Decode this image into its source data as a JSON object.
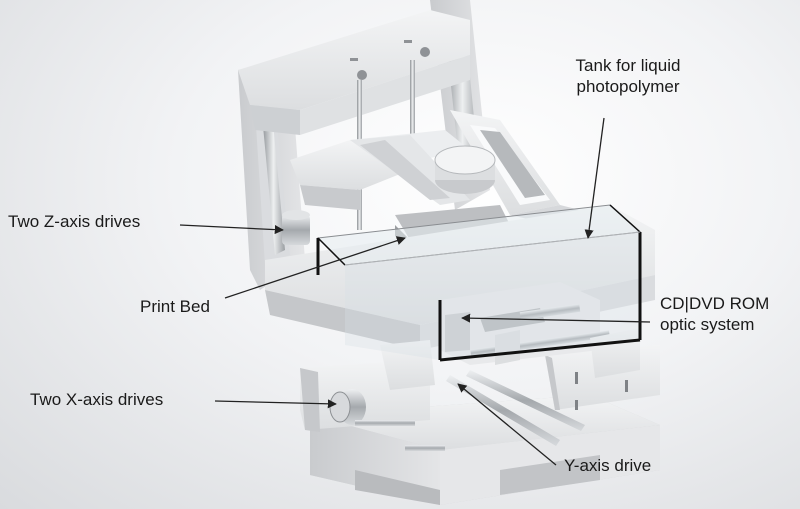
{
  "labels": {
    "tank_line1": "Tank for liquid",
    "tank_line2": "photopolymer",
    "z_drives": "Two Z-axis drives",
    "print_bed": "Print Bed",
    "optic_line1": "CD|DVD ROM",
    "optic_line2": "optic system",
    "x_drives": "Two X-axis drives",
    "y_drive": "Y-axis drive"
  },
  "colors": {
    "frame": "#e9eaec",
    "frame_shadow": "#c7c9cc",
    "frame_dark": "#a9abae",
    "metal": "#b8bcc0",
    "tank_outline": "#111111",
    "leader": "#222222"
  }
}
